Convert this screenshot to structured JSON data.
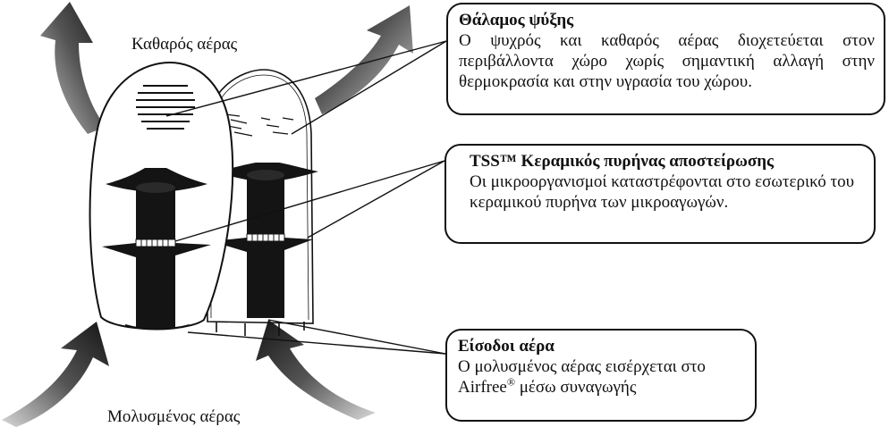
{
  "labels": {
    "clean_air": "Καθαρός αέρας",
    "polluted_air": "Μολυσμένος αέρας"
  },
  "callouts": {
    "cooling": {
      "title": "Θάλαμος ψύξης",
      "body": "Ο ψυχρός και καθαρός αέρας διοχετεύεται στον περιβάλλοντα χώρο χωρίς σημαντική αλλαγή στην θερμοκρασία και στην υγρασία του χώρου."
    },
    "core": {
      "title": "TSS™ Κεραμικός πυρήνας αποστείρωσης",
      "body": "Οι μικροοργανισμοί καταστρέφονται στο εσωτερικό του κεραμικού πυρήνα των μικροαγωγών."
    },
    "inlet": {
      "title": "Είσοδοι αέρα",
      "body_line1": "Ο μολυσμένος αέρας εισέρχεται στο",
      "body_brand": "Airfree",
      "body_reg": "®",
      "body_line2": " μέσω συναγωγής"
    }
  },
  "colors": {
    "arrow_dark": "#1e1e1e",
    "arrow_light": "#c8c8c8",
    "line": "#111111"
  }
}
